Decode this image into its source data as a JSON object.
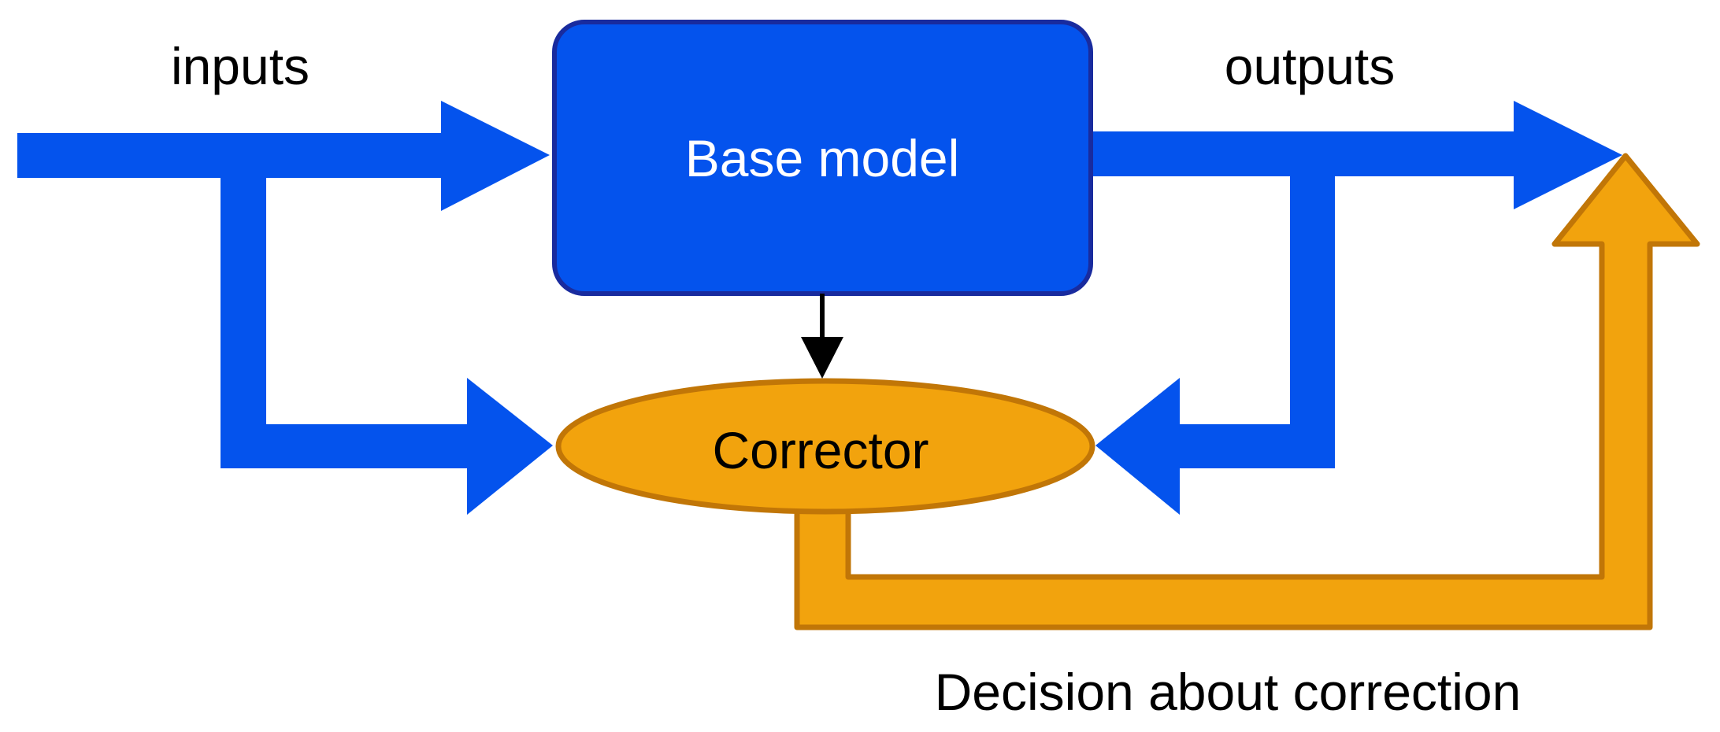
{
  "diagram": {
    "labels": {
      "inputs": "inputs",
      "outputs": "outputs",
      "decision": "Decision about correction"
    },
    "nodes": {
      "base_model": "Base model",
      "corrector": "Corrector"
    },
    "edges": {
      "inputs_to_base_model": "inputs flow into base model",
      "inputs_to_corrector": "inputs branch into corrector",
      "base_model_to_outputs": "base model produces outputs",
      "outputs_to_corrector": "outputs branch back into corrector",
      "base_model_to_corrector": "base model informs corrector",
      "corrector_to_outputs": "corrector decision about correction loops to outputs"
    }
  },
  "colors": {
    "blue": "#0453ed",
    "blue_stroke": "#192b9e",
    "orange": "#f2a30d",
    "orange_stroke": "#c17607",
    "text": "#000000",
    "node_text": "#ffffff",
    "background": "#ffffff",
    "black_arrow": "#000000"
  }
}
